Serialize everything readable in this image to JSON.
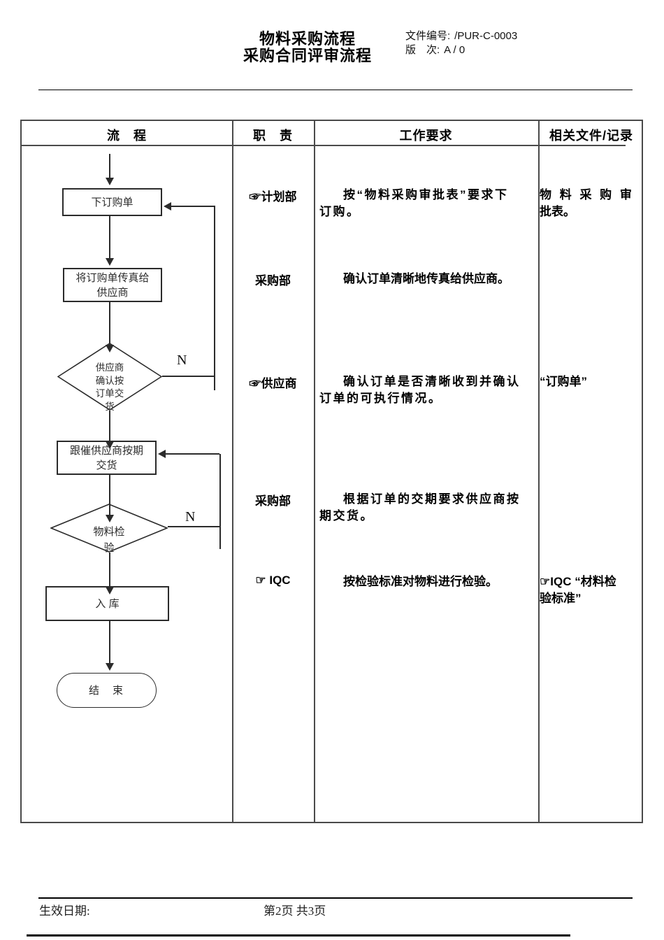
{
  "colors": {
    "border": "#4a4a4a",
    "ink": "#2b2b2b"
  },
  "header": {
    "title_line1": "物料采购流程",
    "title_line2": "采购合同评审流程",
    "doc_no_label": "文件编号:",
    "doc_no_value": "/PUR-C-0003",
    "version_label": "版　次:",
    "version_value": "A / 0"
  },
  "table_headers": {
    "process": "流　程",
    "duty": "职　责",
    "requirement": "工作要求",
    "reference": "相关文件/记录"
  },
  "flow": {
    "box1": "下订购单",
    "box2": "将订购单传真给\n供应商",
    "diamond1": "供应商\n确认按\n订单交\n货",
    "box3": "跟催供应商按期\n交货",
    "diamond2": "物料检\n验",
    "box4": "入 库",
    "end": "结　束",
    "n1": "N",
    "n2": "N"
  },
  "rows": [
    {
      "duty_icon": "☞",
      "duty": "计划部",
      "requirement": "按“物料采购审批表”要求下\n订购。",
      "reference": "物 料 采 购 审\n批表。"
    },
    {
      "duty": "采购部",
      "requirement": "确认订单清晰地传真给供应商。"
    },
    {
      "duty_icon": "☞",
      "duty": "供应商",
      "requirement": "确认订单是否清晰收到并确认\n订单的可执行情况。",
      "reference": "“订购单”"
    },
    {
      "duty": "采购部",
      "requirement": "根据订单的交期要求供应商按\n期交货。"
    },
    {
      "duty_icon": "☞",
      "duty": " IQC",
      "requirement": "按检验标准对物料进行检验。",
      "reference_icon": "☞",
      "reference": "IQC “材料检\n验标准”"
    }
  ],
  "footer": {
    "effective_date_label": "生效日期:",
    "page_info": "第2页 共3页"
  }
}
